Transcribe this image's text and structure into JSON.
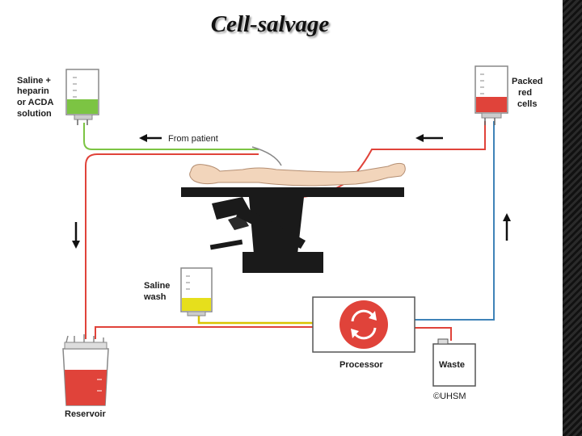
{
  "title": "Cell-salvage",
  "labels": {
    "saline_heparin": [
      "Saline +",
      "heparin",
      "or ACDA",
      "solution"
    ],
    "packed_red_cells": [
      "Packed",
      "red",
      "cells"
    ],
    "from_patient": "From patient",
    "saline_wash": [
      "Saline",
      "wash"
    ],
    "processor": "Processor",
    "waste": "Waste",
    "copyright": "©UHSM",
    "reservoir": "Reservoir"
  },
  "colors": {
    "anticoagulant_line": "#7cc443",
    "blood_line": "#e0433a",
    "return_line": "#3f83b8",
    "wash_line": "#d9c400",
    "processor_icon": "#e0433a"
  }
}
